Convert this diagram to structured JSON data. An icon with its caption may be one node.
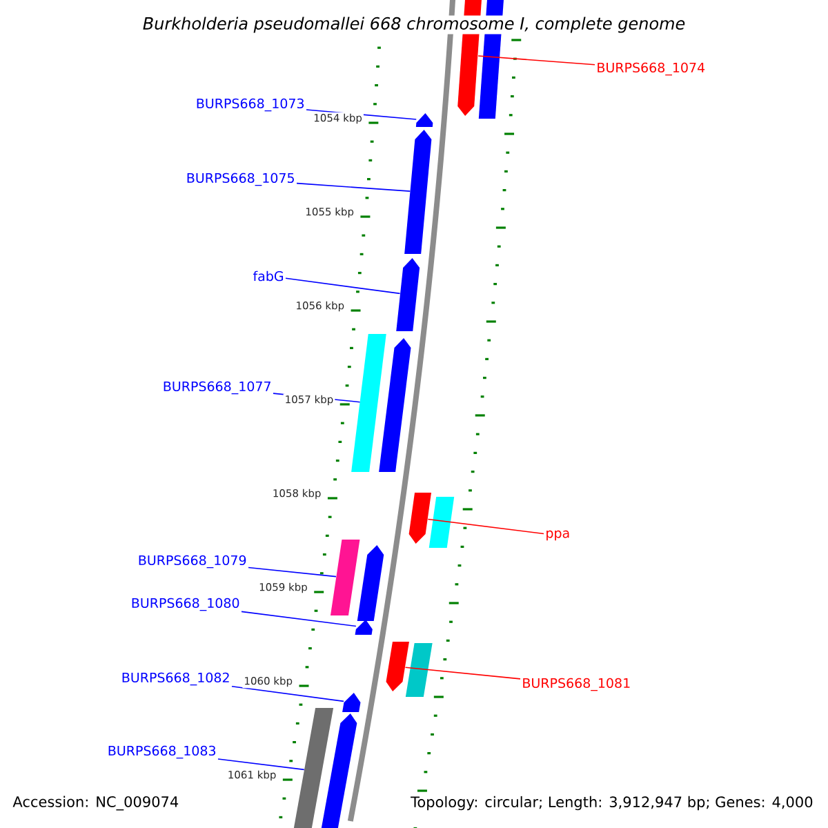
{
  "diagram": {
    "title": "Burkholderia pseudomallei 668 chromosome I, complete genome",
    "nodes": [
      {
        "text": [
          "BURPS668_1073"
        ]
      },
      {
        "text": [
          "BURPS668_1074"
        ]
      },
      {
        "text": [
          "BURPS668_1075"
        ]
      },
      {
        "text": [
          "fabG"
        ]
      },
      {
        "text": [
          "BURPS668_1077"
        ]
      },
      {
        "text": [
          "ppa"
        ]
      },
      {
        "text": [
          "BURPS668_1079"
        ]
      },
      {
        "text": [
          "BURPS668_1080"
        ]
      },
      {
        "text": [
          "BURPS668_1082"
        ]
      },
      {
        "text": [
          "BURPS668_1081"
        ]
      },
      {
        "text": [
          "BURPS668_1083"
        ]
      },
      {
        "text": [],
        "shape": "pentagon"
      },
      {
        "text": [],
        "shape": "bar"
      },
      {
        "text": [],
        "shape": "pentagon"
      },
      {
        "text": [],
        "shape": "pentagon"
      },
      {
        "text": [],
        "shape": "pentagon"
      },
      {
        "text": [],
        "shape": "bar"
      },
      {
        "text": [],
        "shape": "pentagon"
      },
      {
        "text": [],
        "shape": "pentagon"
      },
      {
        "text": [],
        "shape": "bar"
      },
      {
        "text": [],
        "shape": "bar"
      },
      {
        "text": [],
        "shape": "pentagon"
      },
      {
        "text": [],
        "shape": "pentagon"
      },
      {
        "text": [],
        "shape": "pentagon"
      },
      {
        "text": [],
        "shape": "bar"
      },
      {
        "text": [],
        "shape": "pentagon"
      },
      {
        "text": [],
        "shape": "bar"
      },
      {
        "text": [],
        "shape": "pentagon"
      }
    ],
    "edges": [
      {
        "from": 0,
        "to": 13,
        "arrow": "none"
      },
      {
        "from": 1,
        "to": 11,
        "arrow": "none",
        "color": "#ff0000"
      },
      {
        "from": 2,
        "to": 14,
        "arrow": "none"
      },
      {
        "from": 3,
        "to": 15,
        "arrow": "none"
      },
      {
        "from": 4,
        "to": 16,
        "arrow": "none"
      },
      {
        "from": 5,
        "to": 18,
        "arrow": "none",
        "color": "#ff0000"
      },
      {
        "from": 6,
        "to": 20,
        "arrow": "none"
      },
      {
        "from": 7,
        "to": 22,
        "arrow": "none"
      },
      {
        "from": 8,
        "to": 25,
        "arrow": "none"
      },
      {
        "from": 9,
        "to": 23,
        "arrow": "none",
        "color": "#ff0000"
      },
      {
        "from": 10,
        "to": 26,
        "arrow": "none"
      }
    ],
    "labels": [
      "1054 kbp",
      "1055 kbp",
      "1056 kbp",
      "1057 kbp",
      "1058 kbp",
      "1059 kbp",
      "1060 kbp",
      "1061 kbp",
      "Accession: NC_009074",
      "Topology: circular; Length: 3,912,947 bp; Genes: 4,000"
    ]
  }
}
